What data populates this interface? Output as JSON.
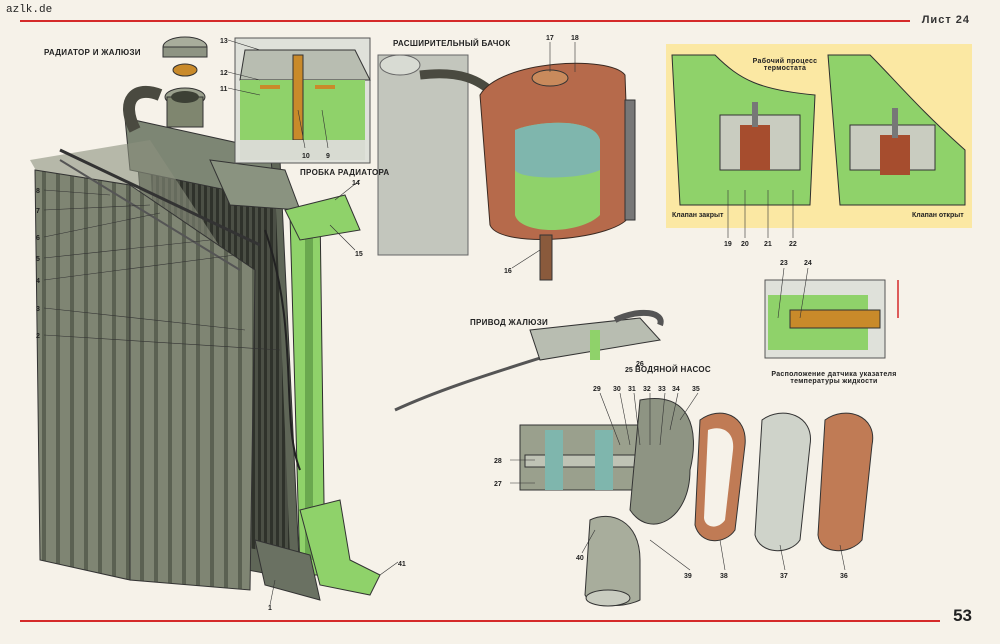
{
  "watermark": "azlk.de",
  "sheet": "Лист 24",
  "page_number": "53",
  "titles": {
    "radiator": "РАДИАТОР И ЖАЛЮЗИ",
    "cap": "ПРОБКА РАДИАТОРА",
    "tank": "РАСШИРИТЕЛЬНЫЙ БАЧОК",
    "thermostat": "Рабочий процесс термостата",
    "shutter_drive": "ПРИВОД ЖАЛЮЗИ",
    "water_pump": "ВОДЯНОЙ НАСОС",
    "sensor": "Расположение датчика указателя температуры жидкости"
  },
  "captions": {
    "valve_closed": "Клапан закрыт",
    "valve_open": "Клапан открыт"
  },
  "callouts": [
    "1",
    "2",
    "3",
    "4",
    "5",
    "6",
    "7",
    "8",
    "9",
    "10",
    "11",
    "12",
    "13",
    "14",
    "15",
    "16",
    "17",
    "18",
    "19",
    "20",
    "21",
    "22",
    "23",
    "24",
    "25",
    "26",
    "27",
    "28",
    "29",
    "30",
    "31",
    "32",
    "33",
    "34",
    "35",
    "36",
    "37",
    "38",
    "39",
    "40",
    "41"
  ],
  "colors": {
    "accent_red": "#d52a2a",
    "coolant": "#8fd26a",
    "thermostat_bg": "#fbe8a3",
    "radiator_metal": "#6f7767",
    "tank_copper": "#b66a4b",
    "gasket_copper": "#c07b55"
  }
}
